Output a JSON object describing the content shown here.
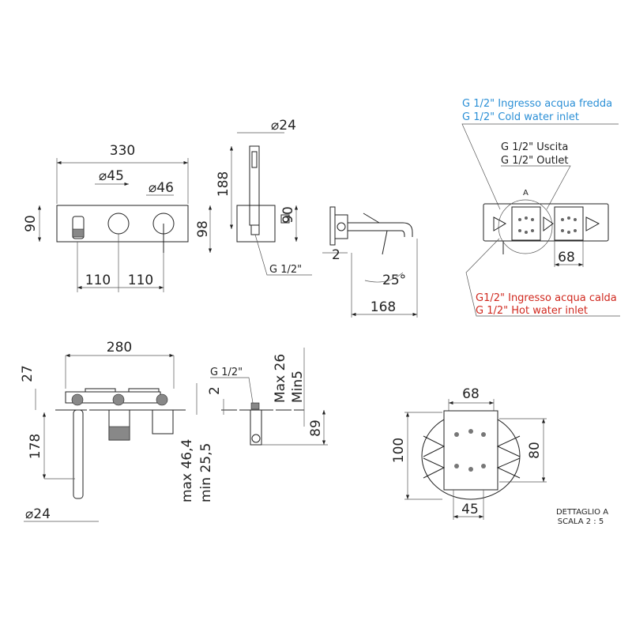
{
  "front_view": {
    "width": "330",
    "dia_left": "45",
    "dia_right": "46",
    "height_left": "90",
    "height_right": "98",
    "spacing_left": "110",
    "spacing_right": "110"
  },
  "side_view": {
    "dia": "24",
    "height": "188",
    "body_height": "90",
    "thread": "G 1/2\""
  },
  "spout_view": {
    "offset": "2",
    "angle": "25°",
    "length": "168"
  },
  "rear_view": {
    "cold_inlet_it": "G 1/2\" Ingresso acqua fredda",
    "cold_inlet_en": "G 1/2\" Cold water inlet",
    "outlet_it": "G 1/2\" Uscita",
    "outlet_en": "G 1/2\" Outlet",
    "detail_marker": "A",
    "plate_width": "68",
    "hot_inlet_it": "G1/2\" Ingresso acqua calda",
    "hot_inlet_en": "G 1/2\" Hot water inlet",
    "cold_color": "#2a8fd6",
    "hot_color": "#d0281e"
  },
  "top_view": {
    "width": "280",
    "depth": "27",
    "spout_projection": "178",
    "dia": "24",
    "max_depth": "max 46,4",
    "min_depth": "min 25,5"
  },
  "section_view": {
    "thread": "G 1/2\"",
    "offset": "2",
    "max": "Max 26",
    "min": "Min5",
    "height": "89"
  },
  "detail_view": {
    "width_top": "68",
    "height_left": "100",
    "height_right": "80",
    "width_bottom": "45",
    "title": "DETTAGLIO A",
    "scale": "SCALA 2 : 5"
  }
}
